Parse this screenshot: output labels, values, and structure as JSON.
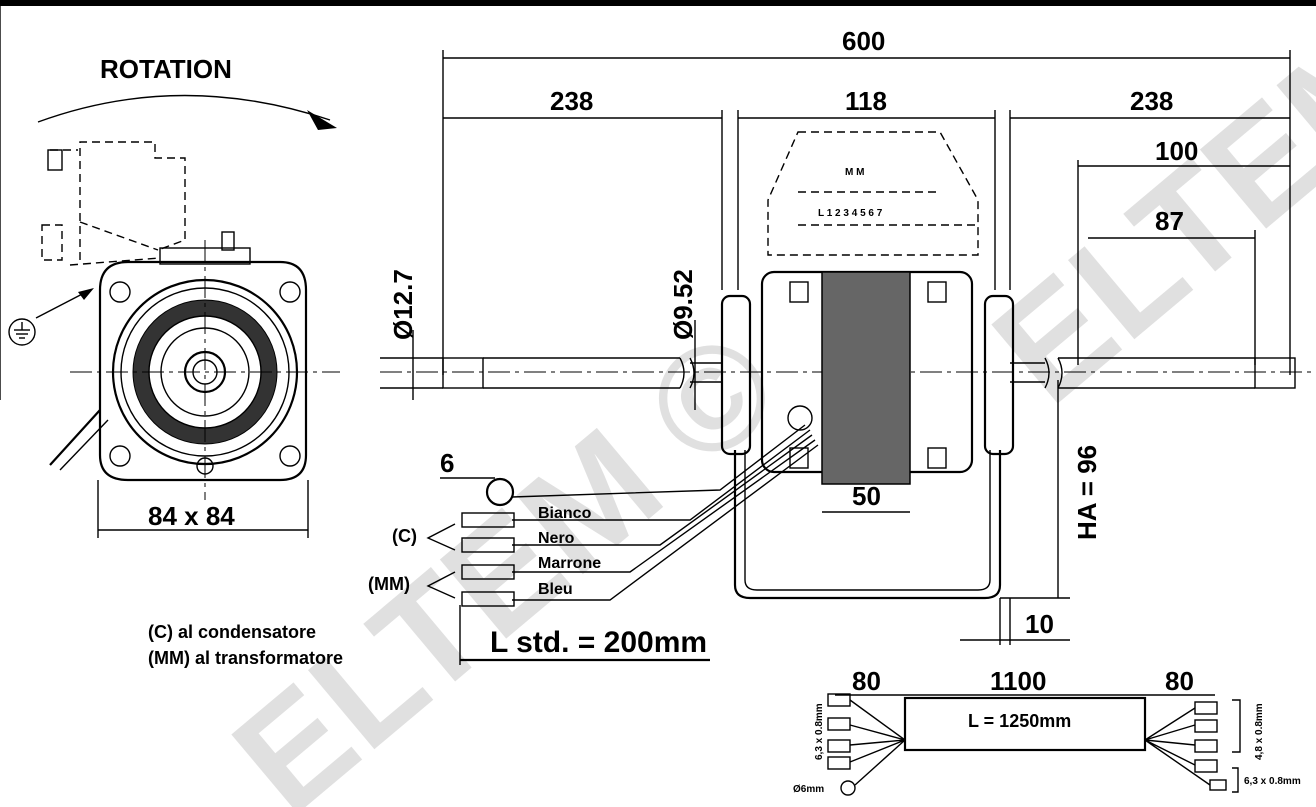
{
  "labels": {
    "rotation": "ROTATION",
    "frame_size": "84 x 84",
    "total_width": "600",
    "left_shaft": "238",
    "center_width": "118",
    "right_shaft": "238",
    "right_100": "100",
    "right_87": "87",
    "shaft_dia_left": "Ø12.7",
    "shaft_dia_center": "Ø9.52",
    "stack": "50",
    "ha": "HA = 96",
    "foot": "10",
    "wire_6": "6",
    "wire_bianco": "Bianco",
    "wire_nero": "Nero",
    "wire_marrone": "Marrone",
    "wire_bleu": "Bleu",
    "group_c": "(C)",
    "group_mm": "(MM)",
    "legend_c": "(C) al condensatore",
    "legend_mm": "(MM) al transformatore",
    "l_std": "L std. = 200mm",
    "cable_80_left": "80",
    "cable_1100": "1100",
    "cable_80_right": "80",
    "cable_length": "L = 1250mm",
    "term_left": "6,3 x 0.8mm",
    "term_right_top": "4,8 x 0.8mm",
    "term_right_bottom": "6,3 x 0.8mm",
    "ring_dia": "Ø6mm",
    "box_mm": "M M",
    "box_terminals": "L   1 2 3 4 5 6 7",
    "watermark": "ELTEM ©"
  }
}
